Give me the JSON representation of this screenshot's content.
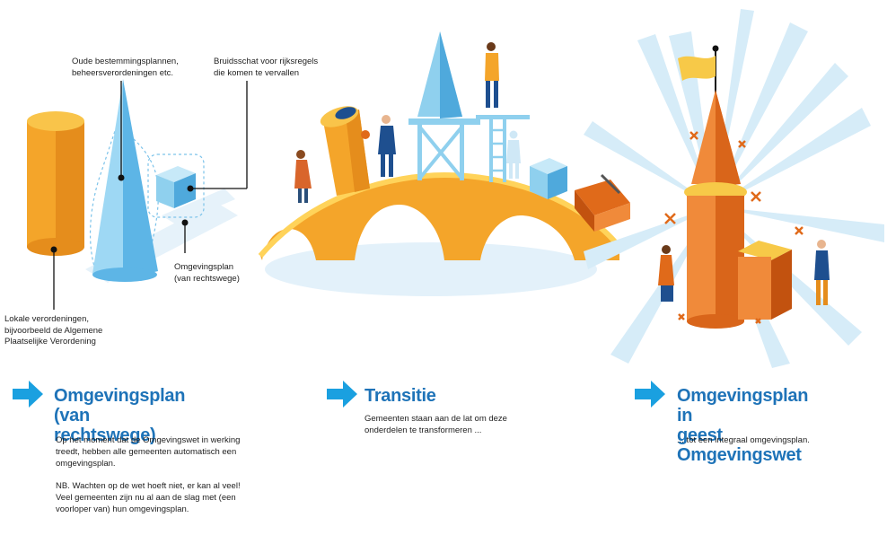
{
  "labels": {
    "oude": "Oude bestemmingsplannen,\nbeheersverordeningen etc.",
    "bruidsschat": "Bruidsschat voor rijksregels\ndie komen te vervallen",
    "omgevingsplan_small": "Omgevingsplan\n(van rechtswege)",
    "lokale": "Lokale verordeningen,\nbijvoorbeeld de Algemene\nPlaatselijke Verordening"
  },
  "columns": [
    {
      "title_line1": "Omgevingsplan",
      "title_line2": "(van rechtswege)",
      "paragraph1": "Op het moment dat de Omgevingswet in werking treedt, hebben alle gemeenten automatisch een omgevingsplan.",
      "paragraph2": "NB. Wachten op de wet hoeft niet, er kan al veel! Veel gemeenten zijn nu al aan de slag met (een voorloper van) hun omgevingsplan."
    },
    {
      "title_line1": "Transitie",
      "paragraph1": "Gemeenten staan aan de lat om deze onderdelen te transformeren ..."
    },
    {
      "title_line1": "Omgevingsplan in",
      "title_line2": "geest Omgevingswet",
      "paragraph1": "... tot een integraal omgevingsplan."
    }
  ],
  "colors": {
    "accent_blue": "#1e73b8",
    "arrow_blue": "#1aa0e0",
    "orange": "#f0a020",
    "dark_orange": "#e06a1a",
    "light_blue": "#8fd0ee"
  }
}
